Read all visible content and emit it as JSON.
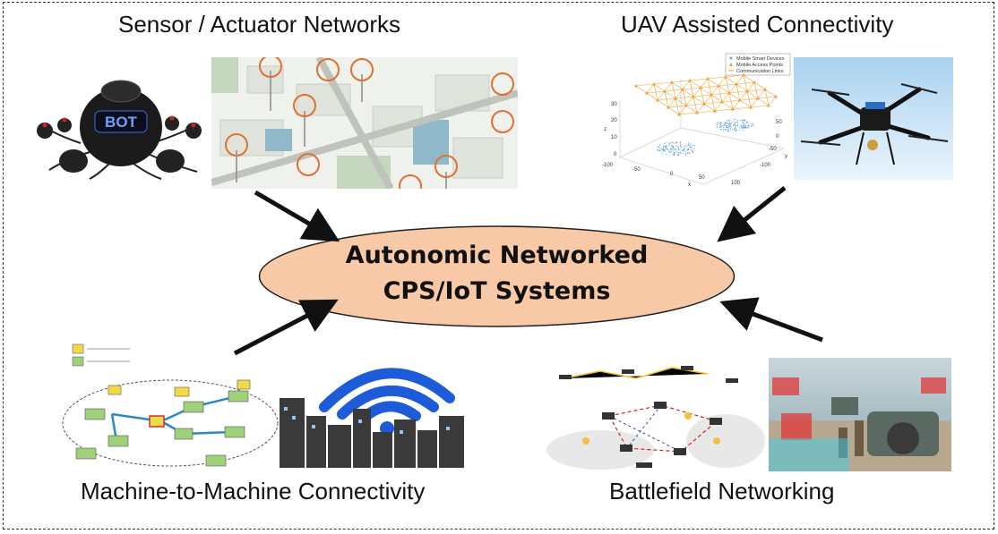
{
  "captions": {
    "sensor": "Sensor / Actuator Networks",
    "uav": "UAV Assisted Connectivity",
    "m2m": "Machine-to-Machine Connectivity",
    "battlefield": "Battlefield Networking"
  },
  "hub": {
    "line1": "Autonomic Networked",
    "line2": "CPS/IoT Systems",
    "fill_color": "#f8c9a6",
    "stroke_color": "#222222"
  },
  "bot": {
    "label": "BOT"
  },
  "uav_plot": {
    "legend": [
      "Mobile Smart Devices",
      "Mobile Access Points",
      "Communication Links"
    ],
    "x_axis_label": "x",
    "y_axis_label": "y",
    "z_axis_label": "z",
    "x_ticks": [
      "-100",
      "-50",
      "0",
      "50",
      "100"
    ],
    "y_ticks": [
      "-100",
      "-50",
      "0",
      "50"
    ],
    "z_ticks": [
      "0",
      "10",
      "20",
      "30"
    ]
  },
  "colors": {
    "arrow": "#111111",
    "access_point": "#f0a030",
    "smart_device": "#6aa8d8",
    "sensor_ring": "#e07030",
    "wifi_blue": "#1e5bd8"
  }
}
